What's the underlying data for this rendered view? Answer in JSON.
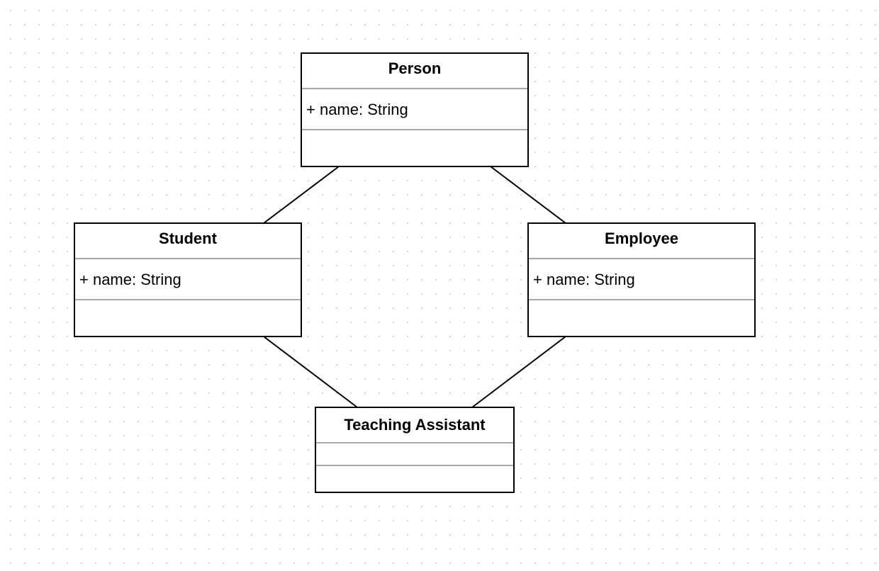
{
  "diagram": {
    "type": "uml-class-diagram",
    "line_color": "#000000",
    "separator_color": "#a8a8a8",
    "classes": [
      {
        "id": "person",
        "name": "Person",
        "attributes": [
          "+ name: String"
        ],
        "methods": []
      },
      {
        "id": "student",
        "name": "Student",
        "attributes": [
          "+ name: String"
        ],
        "methods": []
      },
      {
        "id": "employee",
        "name": "Employee",
        "attributes": [
          "+ name: String"
        ],
        "methods": []
      },
      {
        "id": "ta",
        "name": "Teaching Assistant",
        "attributes": [],
        "methods": []
      }
    ],
    "connections": [
      {
        "from": "person",
        "to": "student"
      },
      {
        "from": "person",
        "to": "employee"
      },
      {
        "from": "student",
        "to": "ta"
      },
      {
        "from": "employee",
        "to": "ta"
      }
    ]
  }
}
